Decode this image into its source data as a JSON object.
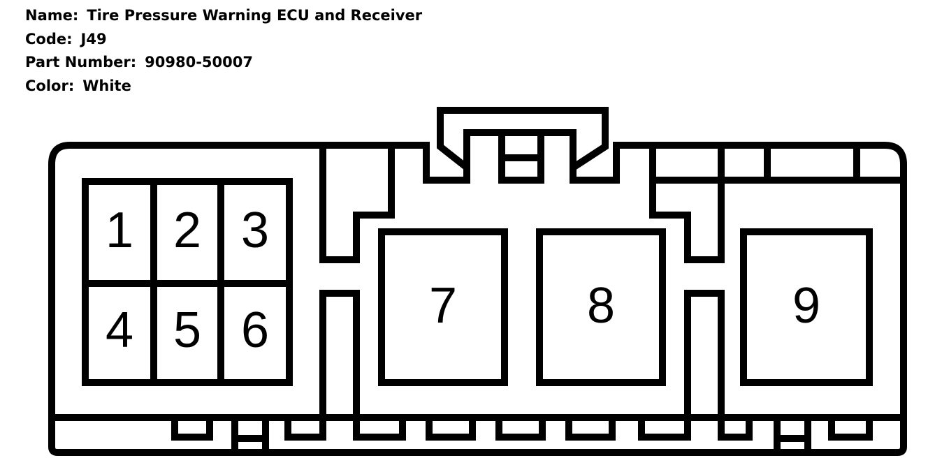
{
  "info": {
    "name_label": "Name:",
    "name_value": "Tire Pressure Warning ECU and Receiver",
    "code_label": "Code:",
    "code_value": "J49",
    "part_label": "Part Number:",
    "part_value": "90980-50007",
    "color_label": "Color:",
    "color_value": "White"
  },
  "pins": {
    "p1": "1",
    "p2": "2",
    "p3": "3",
    "p4": "4",
    "p5": "5",
    "p6": "6",
    "p7": "7",
    "p8": "8",
    "p9": "9"
  }
}
